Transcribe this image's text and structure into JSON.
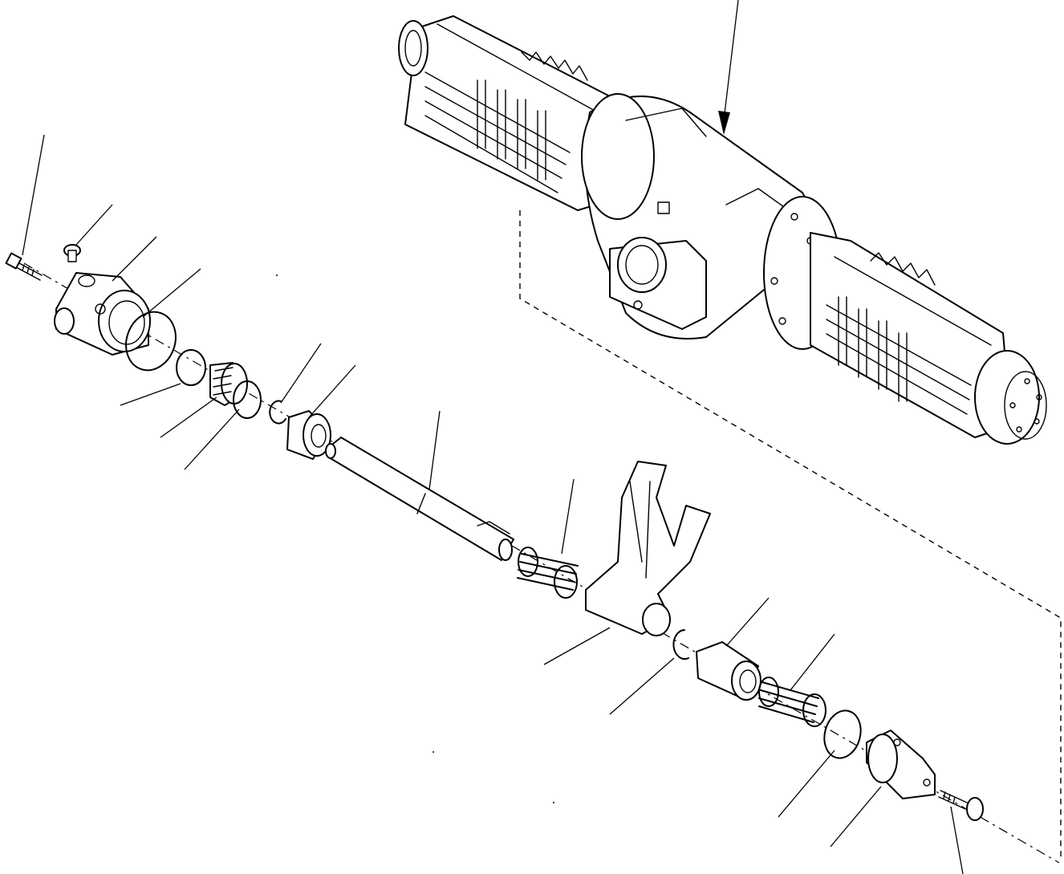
{
  "diagram": {
    "type": "exploded-parts-view",
    "style": "monochrome line drawing",
    "line_color": "#000000",
    "background": "#ffffff",
    "parts": [
      "axle-housing",
      "shift-cylinder-housing",
      "breather-plug",
      "housing-bolt",
      "large-o-ring",
      "small-o-ring",
      "piston",
      "piston-seal-ring",
      "snap-ring",
      "spacer-sleeve",
      "shift-rod",
      "spring",
      "shift-fork",
      "fork-snap-ring",
      "sleeve",
      "return-spring",
      "end-o-ring",
      "end-cover",
      "cover-bolt"
    ],
    "leader_count": 17,
    "labels": []
  }
}
